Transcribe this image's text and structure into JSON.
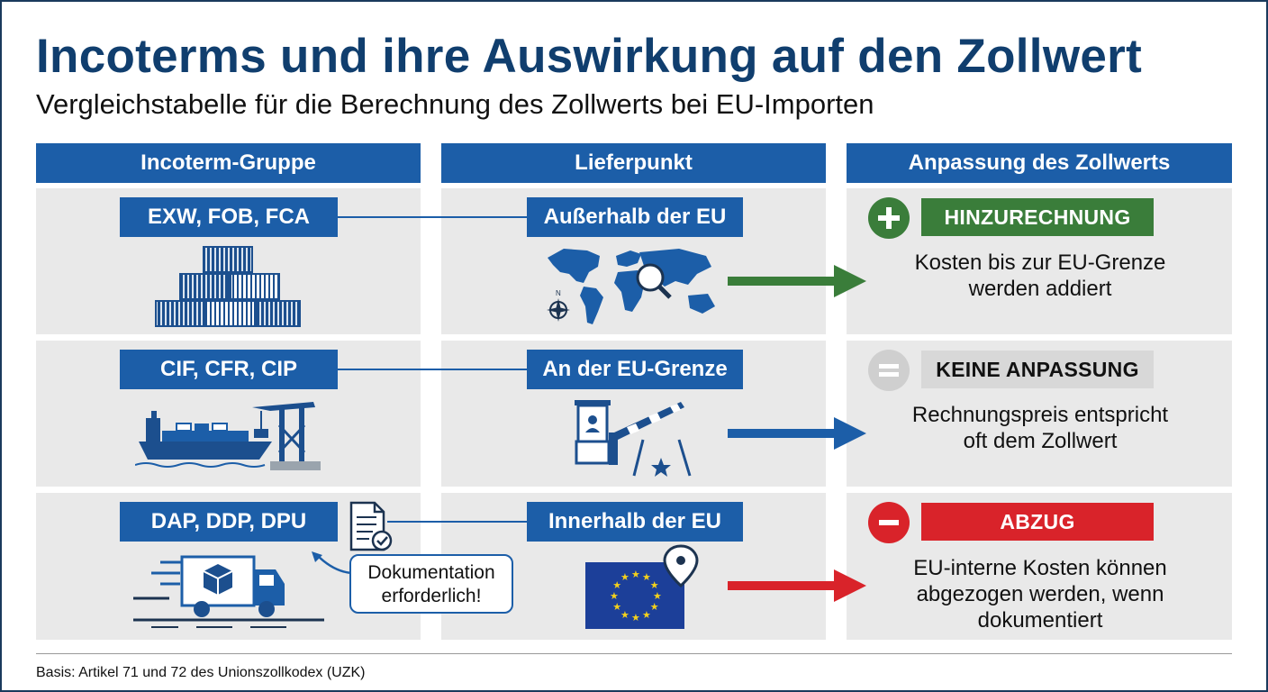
{
  "title": "Incoterms und ihre Auswirkung auf den Zollwert",
  "subtitle": "Vergleichstabelle für die Berechnung des Zollwerts bei EU-Importen",
  "columns": [
    "Incoterm-Gruppe",
    "Lieferpunkt",
    "Anpassung des Zollwerts"
  ],
  "rows": [
    {
      "group": "EXW, FOB, FCA",
      "group_icon": "shipping-containers-icon",
      "point": "Außerhalb der EU",
      "point_icon": "world-map-magnifier-icon",
      "adjustment": "HINZURECHNUNG",
      "symbol": "+",
      "color": "#3a7d3a",
      "description": [
        "Kosten bis zur EU-Grenze",
        "werden addiert"
      ]
    },
    {
      "group": "CIF, CFR, CIP",
      "group_icon": "cargo-ship-crane-icon",
      "point": "An der EU-Grenze",
      "point_icon": "border-barrier-icon",
      "adjustment": "KEINE ANPASSUNG",
      "symbol": "=",
      "color": "#1c5ea8",
      "description": [
        "Rechnungspreis entspricht",
        "oft dem Zollwert"
      ]
    },
    {
      "group": "DAP, DDP, DPU",
      "group_icon": "delivery-truck-icon",
      "point": "Innerhalb der EU",
      "point_icon": "eu-flag-pin-icon",
      "adjustment": "ABZUG",
      "symbol": "−",
      "color": "#d9232a",
      "description": [
        "EU-interne Kosten können",
        "abgezogen werden, wenn",
        "dokumentiert"
      ]
    }
  ],
  "note": [
    "Dokumentation",
    "erforderlich!"
  ],
  "footer": "Basis: Artikel 71 und 72 des Unionszollkodex (UZK)"
}
